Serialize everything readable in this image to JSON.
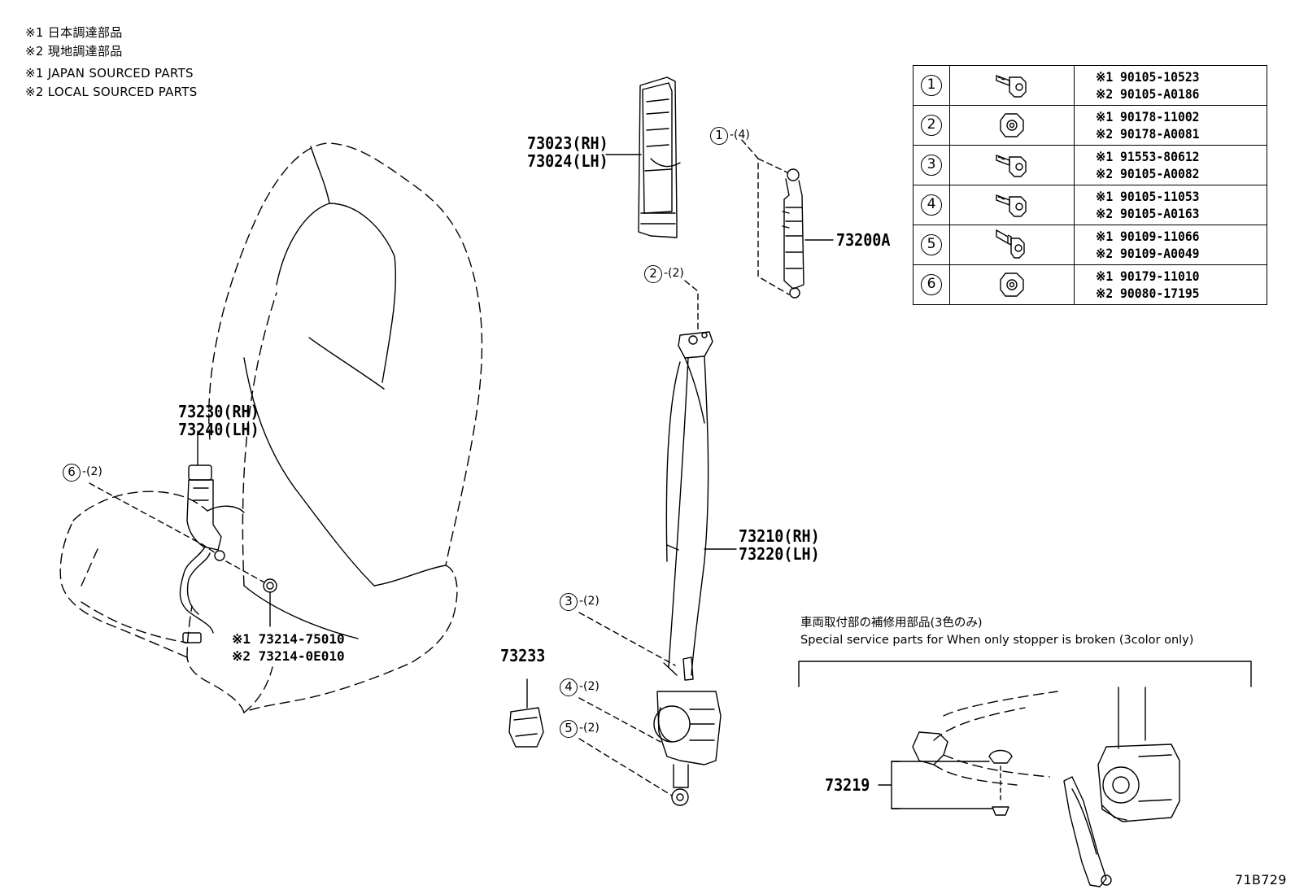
{
  "notes": [
    "※1 日本調達部品",
    "※2 現地調達部品",
    "※1 JAPAN SOURCED PARTS",
    "※2 LOCAL SOURCED PARTS"
  ],
  "labels": {
    "retractor_cover": [
      "73023(RH)",
      "73024(LH)"
    ],
    "adjuster": "73200A",
    "buckle": [
      "73230(RH)",
      "73240(LH)"
    ],
    "outer_belt": [
      "73210(RH)",
      "73220(LH)"
    ],
    "cover_73233": "73233",
    "stopper": "73219",
    "buckle_cap": [
      "※1 73214-75010",
      "※2 73214-0E010"
    ],
    "diagram_code": "71B729"
  },
  "callouts": [
    {
      "number": "1",
      "qty": "-(4)"
    },
    {
      "number": "2",
      "qty": "-(2)"
    },
    {
      "number": "6",
      "qty": "-(2)"
    },
    {
      "number": "3",
      "qty": "-(2)"
    },
    {
      "number": "4",
      "qty": "-(2)"
    },
    {
      "number": "5",
      "qty": "-(2)"
    }
  ],
  "service_parts": {
    "title_jp": "車両取付部の補修用部品(3色のみ)",
    "title_en": "Special service parts for When only stopper is broken (3color only)"
  },
  "parts_table": [
    {
      "ref": "1",
      "icon": "flange-bolt-icon",
      "japan": "※1 90105-10523",
      "local": "※2 90105-A0186"
    },
    {
      "ref": "2",
      "icon": "flange-nut-icon",
      "japan": "※1 90178-11002",
      "local": "※2 90178-A0081"
    },
    {
      "ref": "3",
      "icon": "flange-bolt-icon",
      "japan": "※1 91553-80612",
      "local": "※2 90105-A0082"
    },
    {
      "ref": "4",
      "icon": "flange-bolt-icon",
      "japan": "※1 90105-11053",
      "local": "※2 90105-A0163"
    },
    {
      "ref": "5",
      "icon": "shoulder-bolt-icon",
      "japan": "※1 90109-11066",
      "local": "※2 90109-A0049"
    },
    {
      "ref": "6",
      "icon": "flange-nut-icon",
      "japan": "※1 90179-11010",
      "local": "※2 90080-17195"
    }
  ]
}
